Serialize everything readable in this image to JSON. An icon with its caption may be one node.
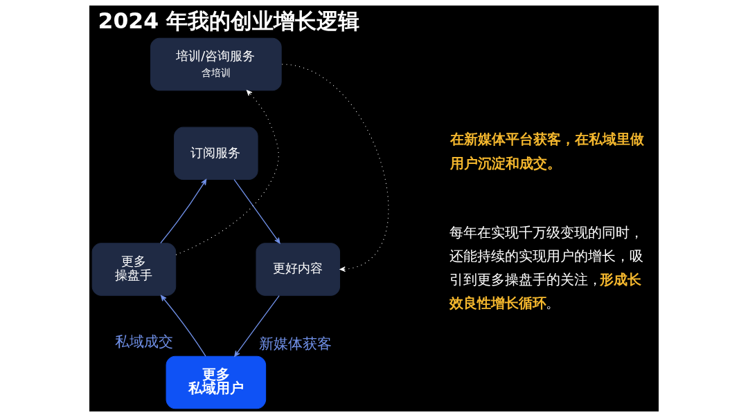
{
  "diagram": {
    "title": "2024 年我的创业增长逻辑",
    "nodes": [
      {
        "text": [
          "培训/咨询服务",
          "含培训"
        ]
      },
      {
        "text": [
          "订阅服务"
        ]
      },
      {
        "text": [
          "更多操盘手"
        ]
      },
      {
        "text": [
          "更好内容"
        ]
      },
      {
        "text": [
          "更多私域用户"
        ]
      }
    ],
    "edges": [
      {
        "from": 1,
        "to": 3,
        "arrow": "to"
      },
      {
        "from": 3,
        "to": 4,
        "arrow": "to",
        "label": "新媒体获客"
      },
      {
        "from": 4,
        "to": 2,
        "arrow": "to",
        "label": "私域成交"
      },
      {
        "from": 2,
        "to": 1,
        "arrow": "to"
      },
      {
        "from": 0,
        "to": 3,
        "arrow": "to",
        "style": "dashed",
        "color": "#ffffff"
      },
      {
        "from": 2,
        "to": 0,
        "arrow": "to",
        "style": "dashed",
        "color": "#ffffff"
      }
    ],
    "labels": [
      "在新媒体平台获客，在私域里做用户沉淀和成交。",
      "每年在实现千万级变现的同时，还能持续的实现用户的增长，吸引到更多操盘手的关注，**形成长效良性增长循环**。"
    ]
  }
}
